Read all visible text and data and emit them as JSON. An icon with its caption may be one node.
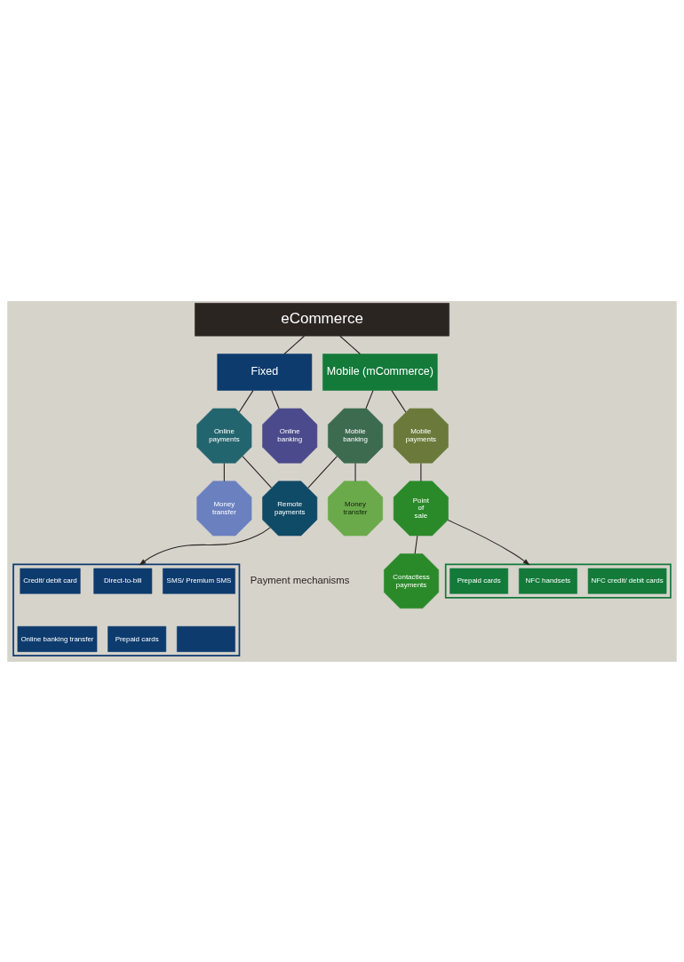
{
  "diagram": {
    "nodes": [
      {
        "text": [
          "eCommerce"
        ]
      },
      {
        "text": [
          "Fixed"
        ]
      },
      {
        "text": [
          "Mobile (mCommerce)"
        ]
      },
      {
        "text": [
          "Online payments"
        ]
      },
      {
        "text": [
          "Online banking"
        ]
      },
      {
        "text": [
          "Mobile banking"
        ]
      },
      {
        "text": [
          "Mobile payments"
        ]
      },
      {
        "text": [
          "Money transfer"
        ]
      },
      {
        "text": [
          "Remote payments"
        ]
      },
      {
        "text": [
          "Money transfer"
        ]
      },
      {
        "text": [
          "Point of sale"
        ]
      },
      {
        "text": [
          "Contactless payments"
        ]
      },
      {
        "text": [],
        "shape": "bar"
      },
      {
        "text": [
          "SMS/ Premium SMS"
        ],
        "in": 12
      },
      {
        "text": [
          "Direct-to-bill"
        ],
        "in": 12
      },
      {
        "text": [
          "Credit/ debit card"
        ],
        "in": 12
      },
      {
        "text": [],
        "shape": "box",
        "in": 12
      },
      {
        "text": [
          "Prepaid cards"
        ],
        "in": 12
      },
      {
        "text": [
          "Online banking transfer"
        ],
        "in": 12
      },
      {
        "text": [],
        "shape": "bar"
      },
      {
        "text": [
          "NFC credit/ debit cards"
        ],
        "in": 19
      },
      {
        "text": [
          "NFC handsets"
        ],
        "in": 19
      },
      {
        "text": [
          "Prepaid cards"
        ],
        "in": 19
      }
    ],
    "edges": [
      {
        "from": 0,
        "to": 1,
        "arrow": "none"
      },
      {
        "from": 0,
        "to": 2,
        "arrow": "none"
      },
      {
        "from": 1,
        "to": 3,
        "arrow": "none"
      },
      {
        "from": 1,
        "to": 4,
        "arrow": "none"
      },
      {
        "from": 2,
        "to": 5,
        "arrow": "none"
      },
      {
        "from": 2,
        "to": 6,
        "arrow": "none"
      },
      {
        "from": 3,
        "to": 7,
        "arrow": "none"
      },
      {
        "from": 3,
        "to": 8,
        "arrow": "none"
      },
      {
        "from": 5,
        "to": 8,
        "arrow": "none"
      },
      {
        "from": 5,
        "to": 9,
        "arrow": "none"
      },
      {
        "from": 6,
        "to": 10,
        "arrow": "none"
      },
      {
        "from": 10,
        "to": 11,
        "arrow": "none"
      },
      {
        "from": 8,
        "to": 12,
        "arrow": "to"
      },
      {
        "from": 10,
        "to": 19,
        "arrow": "to"
      }
    ],
    "labels": [
      "Payment mechanisms"
    ]
  }
}
